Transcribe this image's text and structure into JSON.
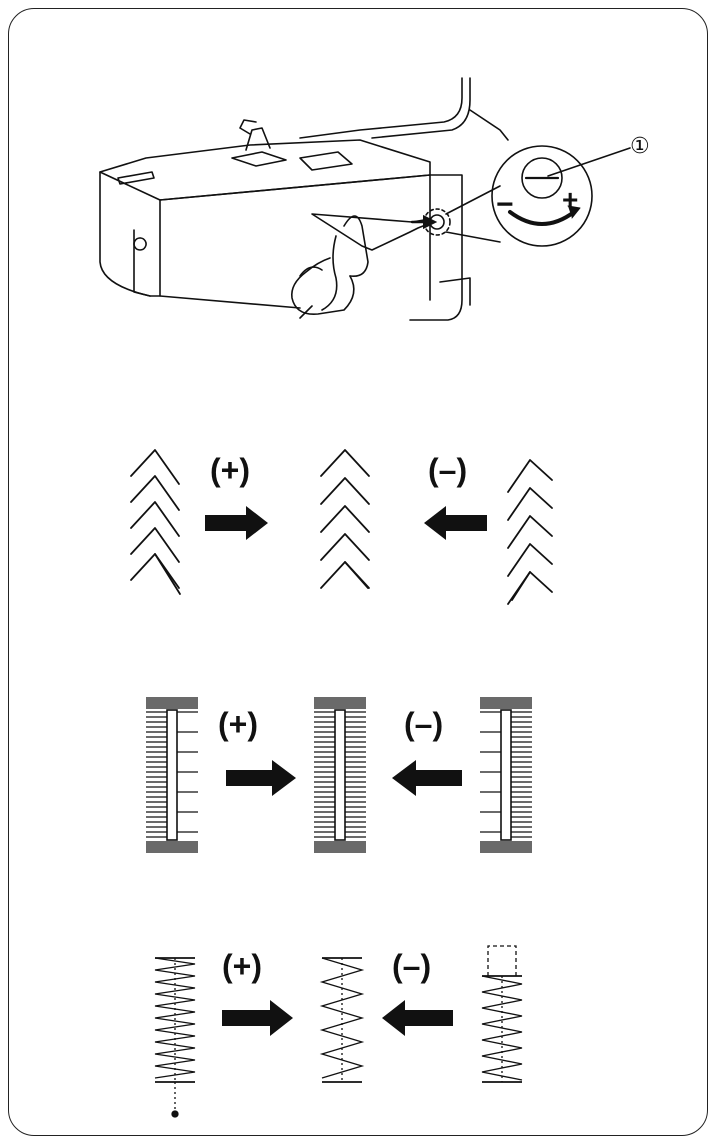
{
  "callout": {
    "number": "①"
  },
  "screw_inset": {
    "minus": "−",
    "plus": "+"
  },
  "rows": [
    {
      "name": "zigzag-row",
      "left_label": "(+)",
      "right_label": "(–)"
    },
    {
      "name": "buttonhole-row",
      "left_label": "(+)",
      "right_label": "(–)"
    },
    {
      "name": "bartack-row",
      "left_label": "(+)",
      "right_label": "(–)"
    }
  ],
  "colors": {
    "ink": "#111111",
    "background": "#ffffff",
    "frame": "#222222"
  }
}
